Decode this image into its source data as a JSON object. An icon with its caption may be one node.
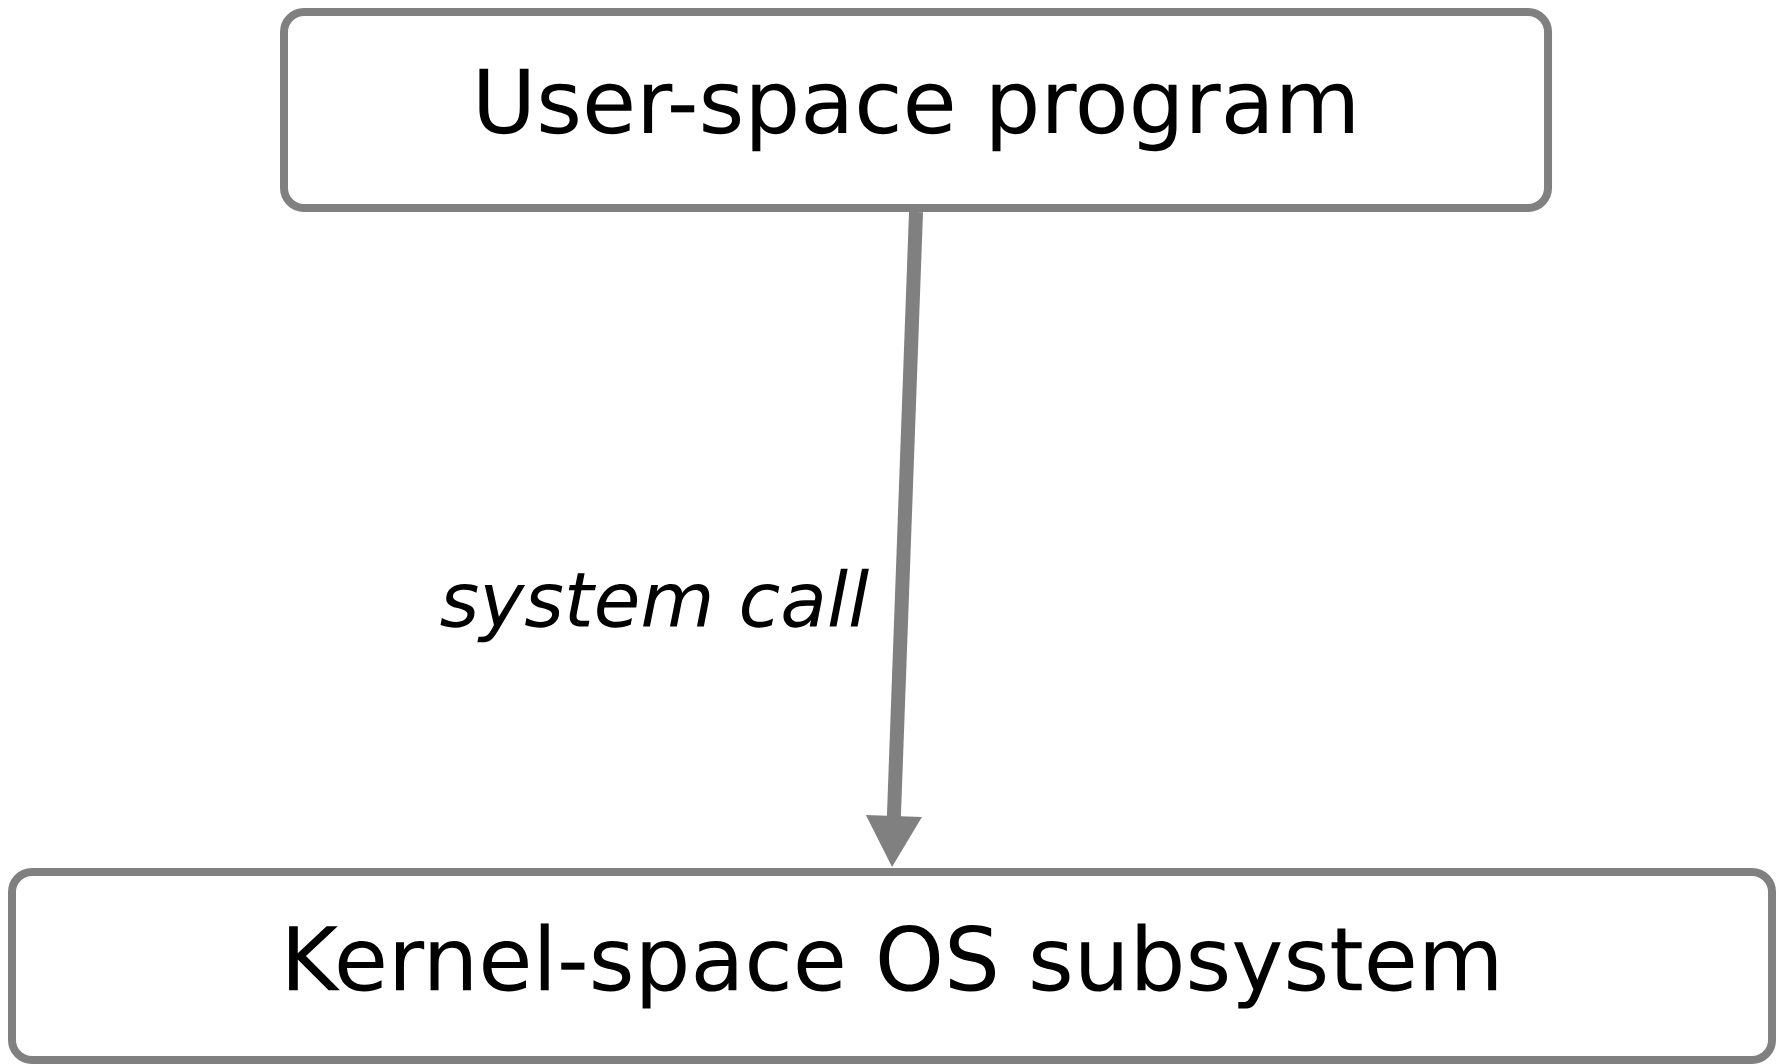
{
  "diagram": {
    "nodes": [
      {
        "text": [
          "User-space program"
        ]
      },
      {
        "text": [
          "Kernel-space OS subsystem"
        ]
      }
    ],
    "edges": [
      {
        "from": 0,
        "to": 1,
        "arrow": "to",
        "label": "system call"
      }
    ]
  }
}
